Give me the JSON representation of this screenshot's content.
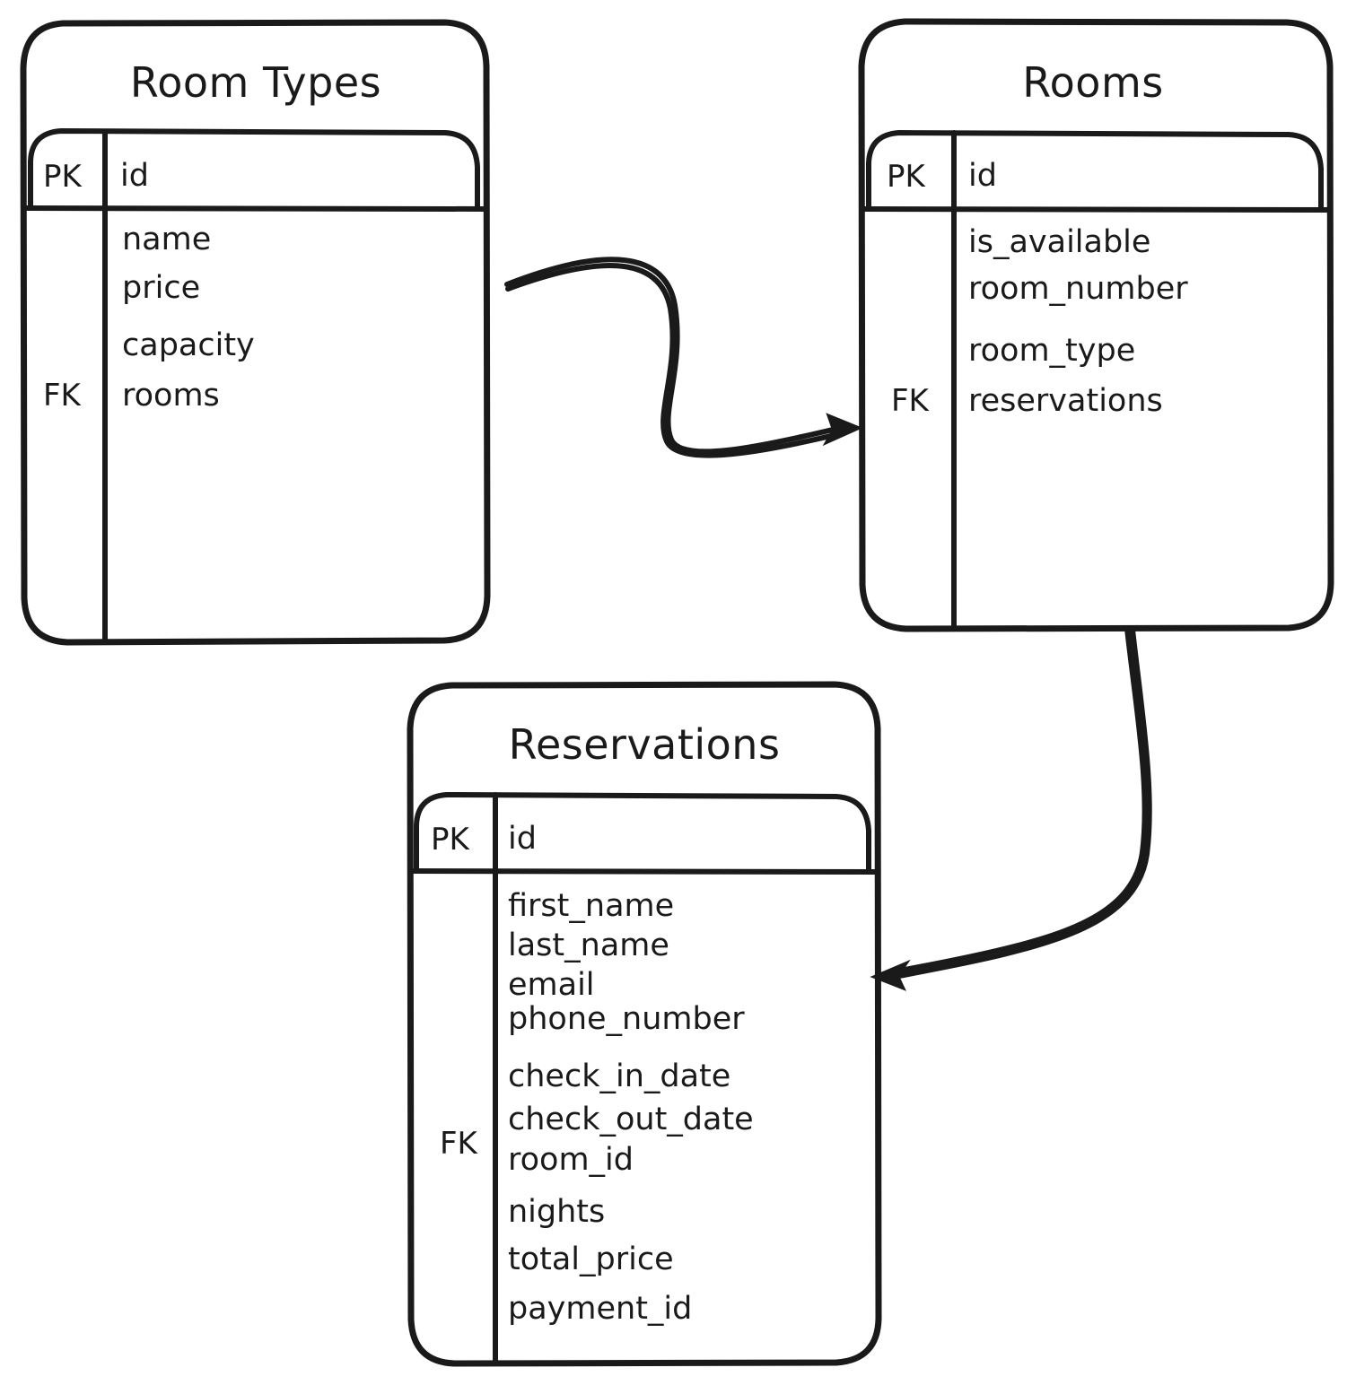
{
  "diagram": {
    "kind": "entity-relationship-diagram",
    "style": "hand-drawn",
    "background_color": "#ffffff",
    "stroke_color": "#1a1a1a",
    "tables": [
      {
        "id": "room-types",
        "title": "Room Types",
        "pk_label": "PK",
        "pk_field": "id",
        "fk_label": "FK",
        "fields": [
          "name",
          "price",
          "capacity",
          "rooms"
        ],
        "fk_field": "rooms"
      },
      {
        "id": "rooms",
        "title": "Rooms",
        "pk_label": "PK",
        "pk_field": "id",
        "fk_label": "FK",
        "fields": [
          "is_available",
          "room_number",
          "room_type",
          "reservations"
        ],
        "fk_field": "reservations"
      },
      {
        "id": "reservations",
        "title": "Reservations",
        "pk_label": "PK",
        "pk_field": "id",
        "fk_label": "FK",
        "fields": [
          "first_name",
          "last_name",
          "email",
          "phone_number",
          "check_in_date",
          "check_out_date",
          "room_id",
          "nights",
          "total_price",
          "payment_id"
        ],
        "fk_field": "room_id"
      }
    ],
    "relationships": [
      {
        "id": "rt-to-rooms",
        "from": "room-types",
        "to": "rooms",
        "arrow": "single-end"
      },
      {
        "id": "rooms-to-reservations",
        "from": "rooms",
        "to": "reservations",
        "arrow": "single-end"
      }
    ]
  }
}
